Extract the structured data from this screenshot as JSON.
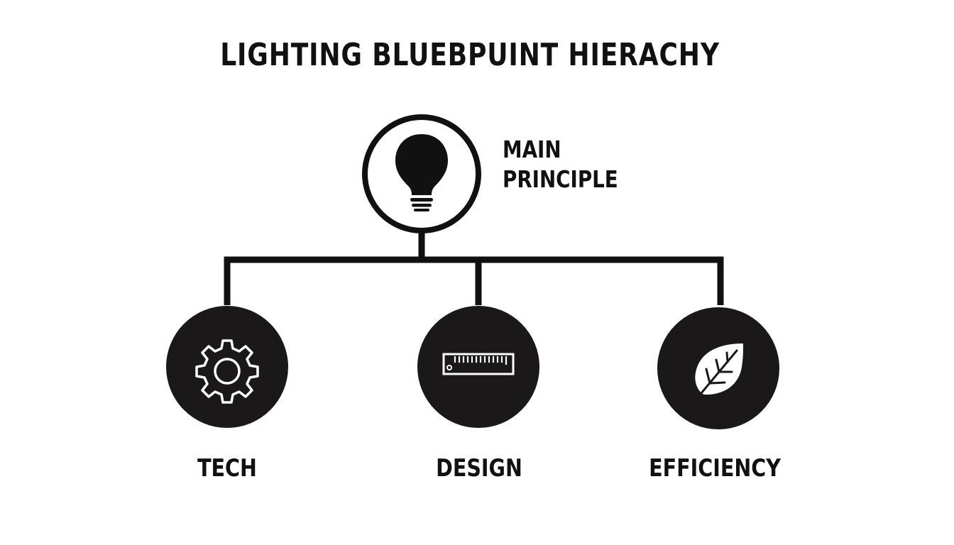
{
  "title": "LIGHTING BLUEBPUINT HIERACHY",
  "root": {
    "label_line1": "MAIN",
    "label_line2": "PRINCIPLE",
    "icon": "lightbulb-icon"
  },
  "children": [
    {
      "label": "TECH",
      "icon": "gear-icon"
    },
    {
      "label": "DESIGN",
      "icon": "ruler-icon"
    },
    {
      "label": "EFFICIENCY",
      "icon": "leaf-icon"
    }
  ],
  "colors": {
    "stroke": "#111111",
    "node_fill": "#1a1818",
    "icon_line": "#ffffff",
    "background": "#ffffff"
  }
}
